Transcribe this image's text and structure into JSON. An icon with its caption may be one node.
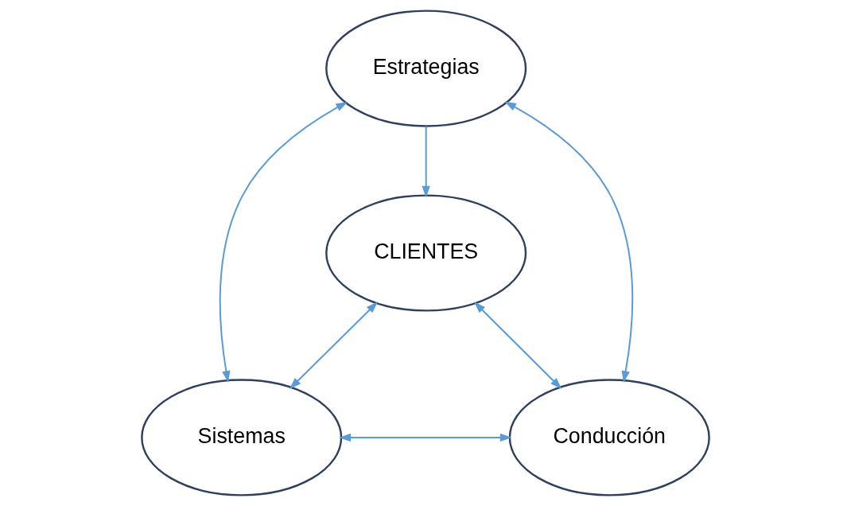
{
  "diagram": {
    "nodes": [
      {
        "text": [
          "Estrategias"
        ]
      },
      {
        "text": [
          "CLIENTES"
        ]
      },
      {
        "text": [
          "Sistemas"
        ]
      },
      {
        "text": [
          "Conducción"
        ]
      }
    ],
    "edges": [
      {
        "from": 0,
        "to": 1,
        "arrow": "to"
      },
      {
        "from": 0,
        "to": 2,
        "arrow": "both"
      },
      {
        "from": 0,
        "to": 3,
        "arrow": "both"
      },
      {
        "from": 1,
        "to": 2,
        "arrow": "both"
      },
      {
        "from": 1,
        "to": 3,
        "arrow": "both"
      },
      {
        "from": 2,
        "to": 3,
        "arrow": "both"
      }
    ]
  }
}
